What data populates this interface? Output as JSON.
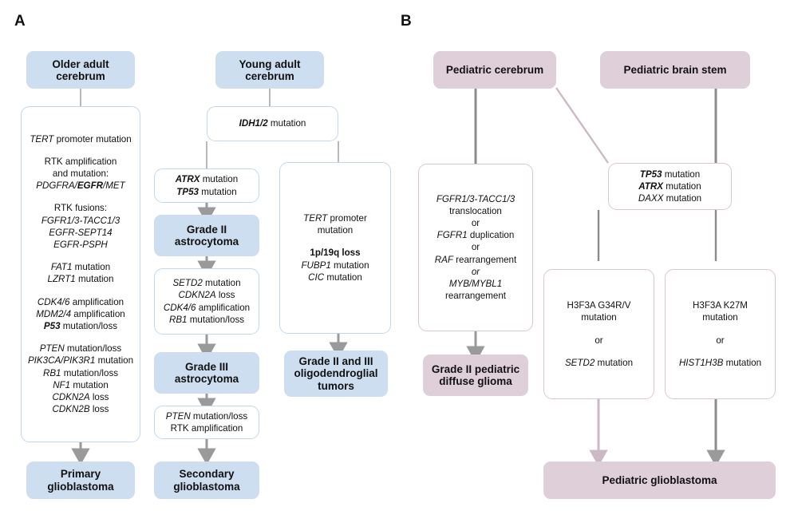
{
  "panels": [
    {
      "id": "A",
      "label": "A"
    },
    {
      "id": "B",
      "label": "B"
    }
  ],
  "colors": {
    "adult_fill": "#cddef0",
    "adult_border": "#c3d7ea",
    "pediatric_fill": "#decfd9",
    "pediatric_border": "#d9c8d3",
    "arrow": "#9a9a9a",
    "connector_pink": "#cbbac5",
    "background": "#ffffff"
  },
  "panel_a": {
    "label": "A",
    "headers": {
      "older_adult": "Older adult cerebrum",
      "young_adult": "Young adult cerebrum"
    },
    "older_adult_alterations": {
      "groups": [
        [
          "TERT promoter mutation"
        ],
        [
          "RTK amplification",
          "and mutation:",
          "PDGFRA/EGFR/MET"
        ],
        [
          "RTK fusions:",
          "FGFR1/3-TACC1/3",
          "EGFR-SEPT14",
          "EGFR-PSPH"
        ],
        [
          "FAT1 mutation",
          "LZRT1 mutation"
        ],
        [
          "CDK4/6 amplification",
          "MDM2/4 amplification",
          "P53 mutation/loss"
        ],
        [
          "PTEN mutation/loss",
          "PIK3CA/PIK3R1 mutation",
          "RB1 mutation/loss",
          "NF1 mutation",
          "CDKN2A loss",
          "CDKN2B loss"
        ]
      ]
    },
    "idh_box": [
      "IDH1/2 mutation"
    ],
    "atrx_tp53_box": [
      "ATRX mutation",
      "TP53 mutation"
    ],
    "grade2_astrocytoma": "Grade II astrocytoma",
    "grade2_alterations": [
      "SETD2 mutation",
      "CDKN2A loss",
      "CDK4/6 amplification",
      "RB1 mutation/loss"
    ],
    "grade3_astrocytoma": "Grade III astrocytoma",
    "grade3_alterations": [
      "PTEN mutation/loss",
      "RTK amplification"
    ],
    "primary_gbm": "Primary glioblastoma",
    "secondary_gbm": "Secondary glioblastoma",
    "oligo_alterations": {
      "groups": [
        [
          "TERT promoter mutation"
        ],
        [
          "1p/19q loss",
          "FUBP1 mutation",
          "CIC mutation"
        ]
      ]
    },
    "oligo_tumors": "Grade II and III oligodendroglial tumors"
  },
  "panel_b": {
    "label": "B",
    "headers": {
      "pediatric_cerebrum": "Pediatric cerebrum",
      "pediatric_brain_stem": "Pediatric brain stem"
    },
    "low_grade_alterations": [
      "FGFR1/3-TACC1/3",
      "translocation",
      "or",
      "FGFR1 duplication",
      "or",
      "RAF rearrangement",
      "or",
      "MYB/MYBL1",
      "rearrangement"
    ],
    "grade2_pediatric_glioma": "Grade II pediatric diffuse glioma",
    "tp53_atrx_daxx": [
      "TP53 mutation",
      "ATRX mutation",
      "DAXX mutation"
    ],
    "h3f3a_g34": [
      "H3F3A G34R/V",
      "mutation",
      "or",
      "SETD2 mutation"
    ],
    "h3f3a_k27": [
      "H3F3A K27M",
      "mutation",
      "or",
      "HIST1H3B mutation"
    ],
    "pediatric_gbm": "Pediatric glioblastoma"
  }
}
